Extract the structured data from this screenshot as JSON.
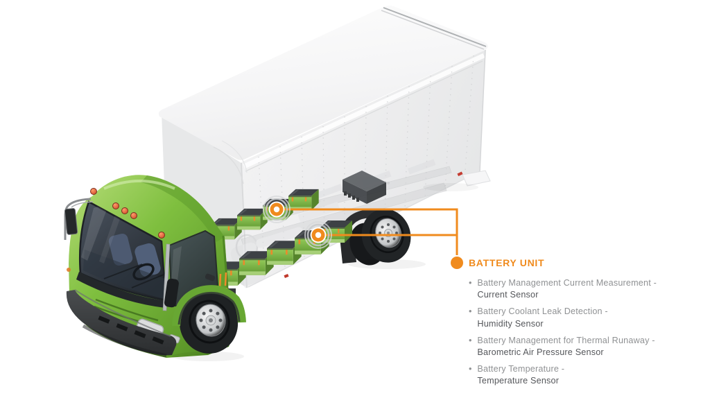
{
  "callout": {
    "bullet": "•",
    "title": "BATTERY UNIT",
    "items": [
      {
        "line1": "Battery Management Current Measurement -",
        "line2": "Current Sensor"
      },
      {
        "line1": "Battery Coolant Leak Detection -",
        "line2": "Humidity Sensor"
      },
      {
        "line1": "Battery Management for Thermal Runaway -",
        "line2": "Barometric Air Pressure Sensor"
      },
      {
        "line1": "Battery Temperature -",
        "line2": "Temperature Sensor"
      }
    ]
  },
  "colors": {
    "accent_orange": "#F08B1E",
    "truck_green": "#7FBF3F",
    "item_primary_text": "#8F9193",
    "item_secondary_text": "#54565A",
    "background": "#FFFFFF"
  }
}
